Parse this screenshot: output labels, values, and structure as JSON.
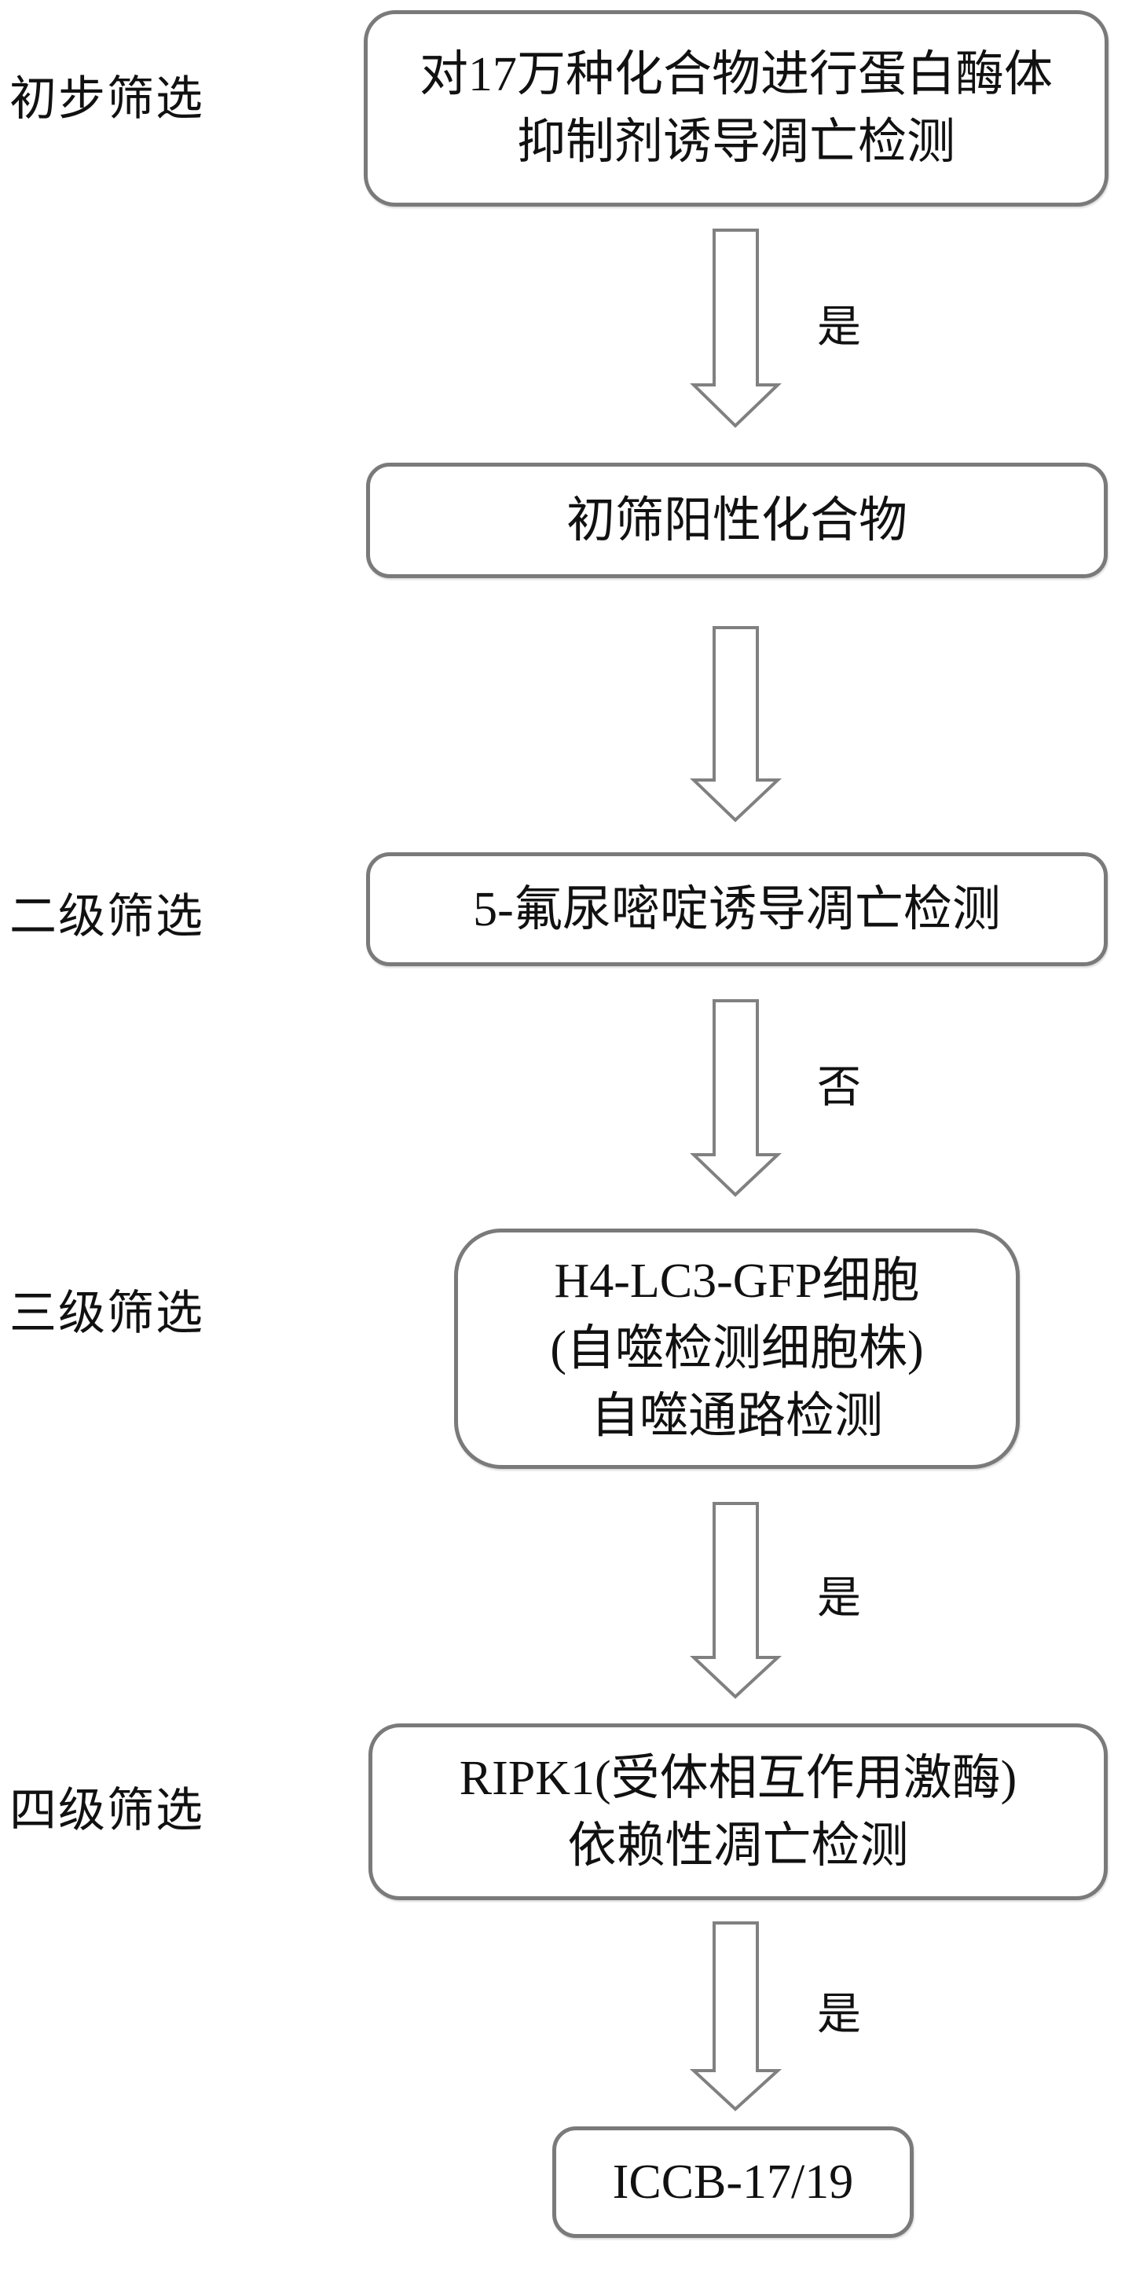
{
  "stages": [
    {
      "label": "初步筛选"
    },
    {
      "label": "二级筛选"
    },
    {
      "label": "三级筛选"
    },
    {
      "label": "四级筛选"
    }
  ],
  "boxes": [
    {
      "text": "对17万种化合物进行蛋白酶体\n抑制剂诱导凋亡检测"
    },
    {
      "text": "初筛阳性化合物"
    },
    {
      "text": "5-氟尿嘧啶诱导凋亡检测"
    },
    {
      "text": "H4-LC3-GFP细胞\n(自噬检测细胞株)\n自噬通路检测"
    },
    {
      "text": "RIPK1(受体相互作用激酶)\n依赖性凋亡检测"
    },
    {
      "text": "ICCB-17/19"
    }
  ],
  "arrows": [
    {
      "label": "是"
    },
    {
      "label": ""
    },
    {
      "label": "否"
    },
    {
      "label": "是"
    },
    {
      "label": "是"
    }
  ],
  "colors": {
    "border": "#7a7a7a",
    "arrow_stroke": "#808080",
    "text": "#111111"
  }
}
